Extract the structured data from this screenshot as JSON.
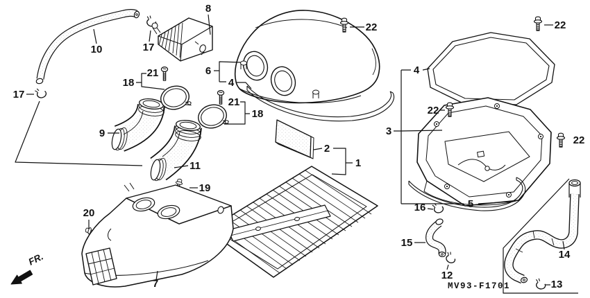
{
  "diagram": {
    "code": "MV93-F1701",
    "fr_label": "FR."
  },
  "callouts": [
    {
      "text": "17"
    },
    {
      "text": "10"
    },
    {
      "text": "17"
    },
    {
      "text": "8"
    },
    {
      "text": "21"
    },
    {
      "text": "18"
    },
    {
      "text": "9"
    },
    {
      "text": "21"
    },
    {
      "text": "18"
    },
    {
      "text": "6"
    },
    {
      "text": "4"
    },
    {
      "text": "22"
    },
    {
      "text": "2"
    },
    {
      "text": "1"
    },
    {
      "text": "11"
    },
    {
      "text": "19"
    },
    {
      "text": "20"
    },
    {
      "text": "7"
    },
    {
      "text": "22"
    },
    {
      "text": "4"
    },
    {
      "text": "22"
    },
    {
      "text": "3"
    },
    {
      "text": "22"
    },
    {
      "text": "5"
    },
    {
      "text": "16"
    },
    {
      "text": "15"
    },
    {
      "text": "12"
    },
    {
      "text": "14"
    },
    {
      "text": "13"
    }
  ]
}
